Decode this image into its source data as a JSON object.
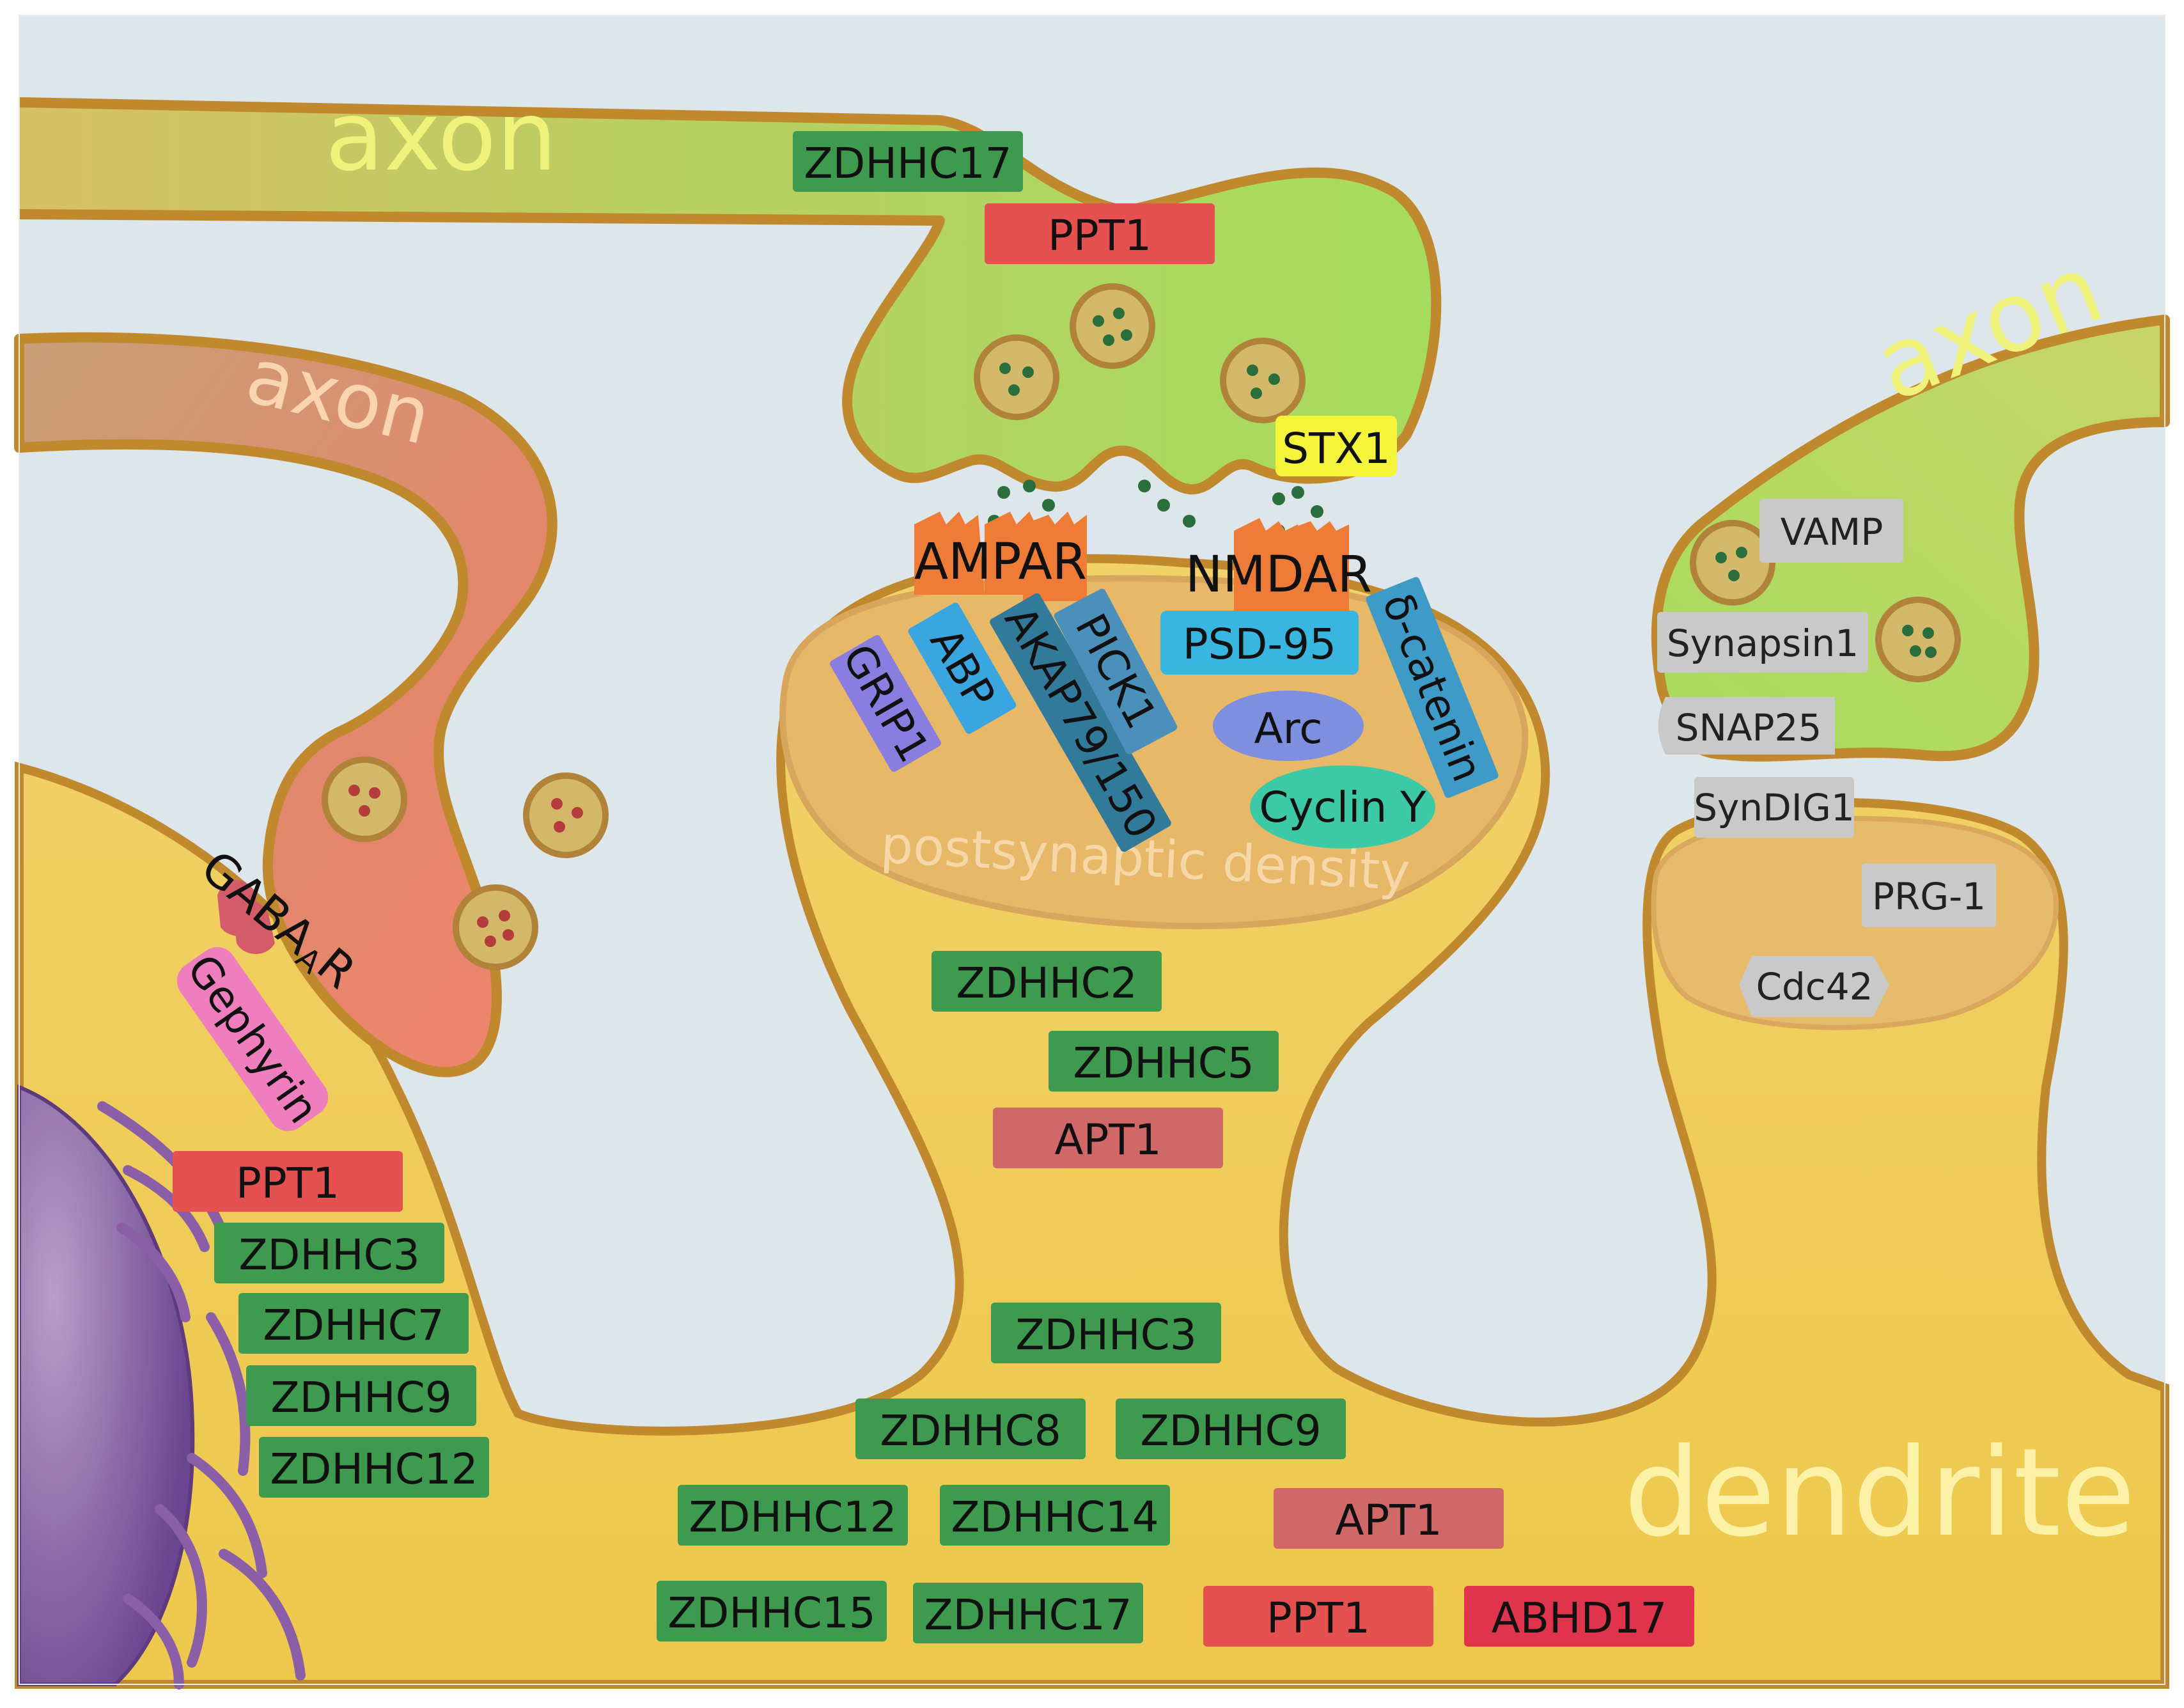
{
  "regions": {
    "axon_top": "axon",
    "axon_left": "axon",
    "axon_right": "axon",
    "dendrite": "dendrite",
    "psd": "postsynaptic density"
  },
  "receptors": {
    "ampar": "AMPAR",
    "nmdar": "NMDAR",
    "gabaar_main": "GABA",
    "gabaar_sub": "A",
    "gabaar_tail": "R"
  },
  "presynaptic": {
    "zdhhc17": "ZDHHC17",
    "ppt1": "PPT1",
    "stx1": "STX1"
  },
  "psd_proteins": {
    "grip1": "GRIP1",
    "abp": "ABP",
    "akap": "AKAP79/150",
    "pick1": "PICK1",
    "psd95": "PSD-95",
    "arc": "Arc",
    "catenin": "δ-catenin",
    "cyclin": "Cyclin Y"
  },
  "spine_neck": {
    "zdhhc2": "ZDHHC2",
    "zdhhc5": "ZDHHC5",
    "apt1": "APT1"
  },
  "inhibitory": {
    "gephyrin": "Gephyrin"
  },
  "soma_list": {
    "ppt1": "PPT1",
    "zdhhc3": "ZDHHC3",
    "zdhhc7": "ZDHHC7",
    "zdhhc9": "ZDHHC9",
    "zdhhc12": "ZDHHC12"
  },
  "dendrite_list": {
    "zdhhc3": "ZDHHC3",
    "zdhhc8": "ZDHHC8",
    "zdhhc9": "ZDHHC9",
    "zdhhc12": "ZDHHC12",
    "zdhhc14": "ZDHHC14",
    "apt1": "APT1",
    "zdhhc15": "ZDHHC15",
    "zdhhc17": "ZDHHC17",
    "ppt1": "PPT1",
    "abhd17": "ABHD17"
  },
  "right_synapse": {
    "vamp": "VAMP",
    "synapsin1": "Synapsin1",
    "snap25": "SNAP25",
    "syndig1": "SynDIG1",
    "prg1": "PRG-1",
    "cdc42": "Cdc42"
  },
  "colors": {
    "background": "#dde6ea",
    "dendrite": "#f0cd56",
    "axon_excitatory": "#a8d862",
    "axon_inhibitory": "#e88a6c",
    "membrane": "#c0892e",
    "zdhhc": "#3e9a4e",
    "thioesterase": "#e55151",
    "apt1": "#d06868",
    "abhd17": "#e0344c",
    "stx1": "#f4f43a",
    "grey_label": "#c9c9c9",
    "nucleus": "#7b559c"
  }
}
